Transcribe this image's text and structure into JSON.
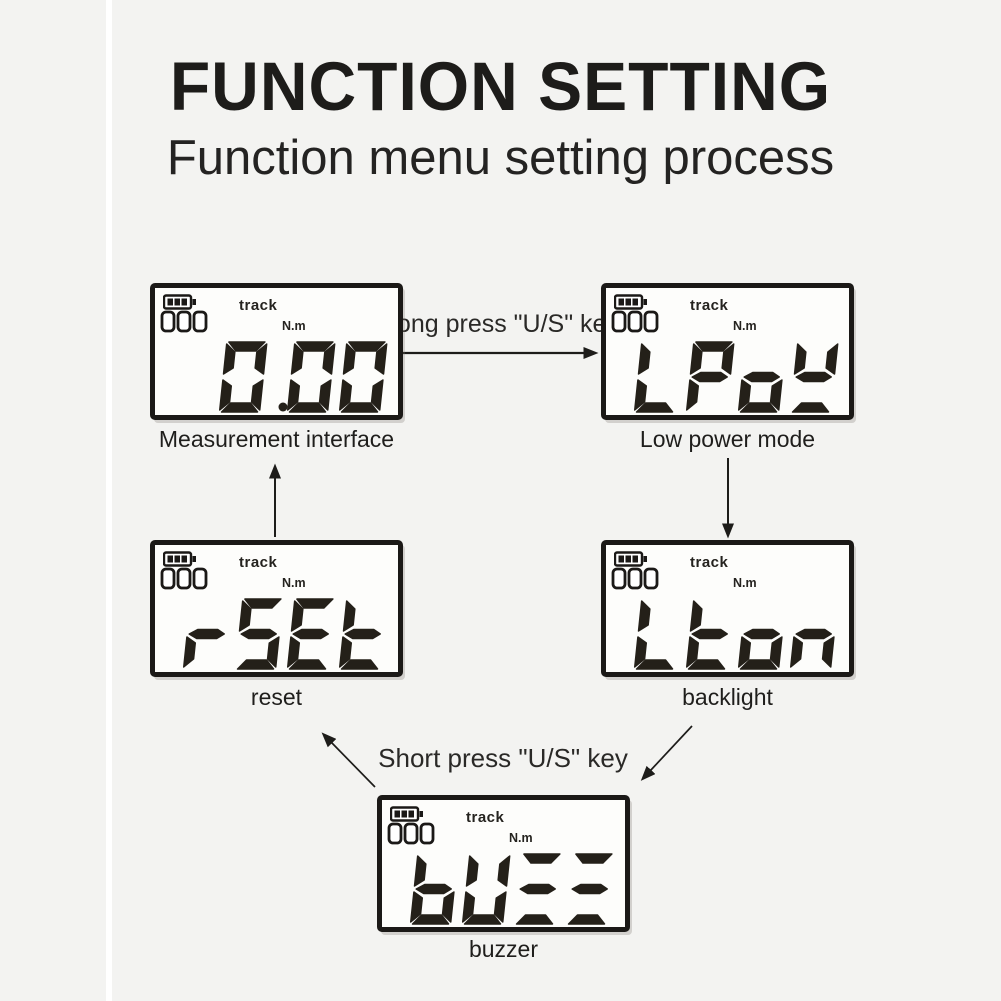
{
  "header": {
    "title": "FUNCTION SETTING",
    "subtitle": "Function menu setting process"
  },
  "lcd_common": {
    "battery_icon": "battery-icon",
    "counter": "000",
    "track_label": "track",
    "unit_label": "N.m"
  },
  "screens": [
    {
      "id": "measurement",
      "caption": "Measurement interface",
      "display_text": "0.00",
      "segments": [
        [
          "a",
          "b",
          "c",
          "d",
          "e",
          "f"
        ],
        [
          "dp"
        ],
        [
          "a",
          "b",
          "c",
          "d",
          "e",
          "f"
        ],
        [
          "a",
          "b",
          "c",
          "d",
          "e",
          "f"
        ]
      ]
    },
    {
      "id": "low-power",
      "caption": "Low power mode",
      "display_text": "LPoY",
      "segments": [
        [
          "d",
          "e",
          "f"
        ],
        [
          "a",
          "b",
          "e",
          "f",
          "g"
        ],
        [
          "c",
          "d",
          "e",
          "g"
        ],
        [
          "b",
          "d",
          "f",
          "g"
        ]
      ]
    },
    {
      "id": "reset",
      "caption": "reset",
      "display_text": "rSEt",
      "segments": [
        [
          "e",
          "g"
        ],
        [
          "a",
          "c",
          "d",
          "f",
          "g"
        ],
        [
          "a",
          "d",
          "e",
          "f",
          "g"
        ],
        [
          "d",
          "e",
          "f",
          "g"
        ]
      ]
    },
    {
      "id": "backlight",
      "caption": "backlight",
      "display_text": "Lton",
      "segments": [
        [
          "d",
          "e",
          "f"
        ],
        [
          "d",
          "e",
          "f",
          "g"
        ],
        [
          "c",
          "d",
          "e",
          "g"
        ],
        [
          "c",
          "e",
          "g"
        ]
      ]
    },
    {
      "id": "buzzer",
      "caption": "buzzer",
      "display_text": "bUZZ",
      "segments": [
        [
          "c",
          "d",
          "e",
          "f",
          "g"
        ],
        [
          "b",
          "c",
          "d",
          "e",
          "f"
        ],
        [
          "a",
          "d",
          "g"
        ],
        [
          "a",
          "d",
          "g"
        ]
      ]
    }
  ],
  "arrows": [
    {
      "id": "measurement-to-lowpower",
      "label": "Long press \"U/S\" key"
    },
    {
      "id": "lowpower-to-backlight",
      "label": ""
    },
    {
      "id": "reset-to-measurement",
      "label": ""
    },
    {
      "id": "backlight-to-buzzer",
      "label": ""
    },
    {
      "id": "buzzer-to-reset",
      "label": "Short press \"U/S\" key"
    }
  ],
  "colors": {
    "background": "#f3f3f1",
    "ink": "#1b1917",
    "lcd_background": "#fdfdfb",
    "segment": "#242019"
  }
}
